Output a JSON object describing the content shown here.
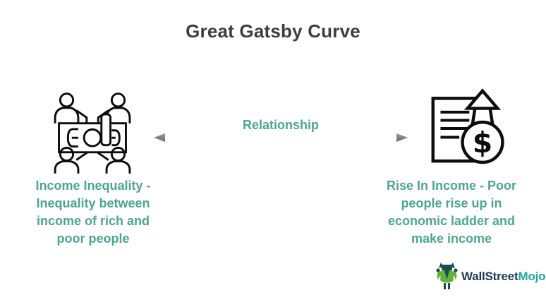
{
  "title": "Great Gatsby Curve",
  "relationship": {
    "label": "Relationship"
  },
  "left": {
    "icon": "people-sharing-money-icon",
    "caption_lines": [
      "Income Inequality -",
      "Inequality between",
      "income of rich and",
      "poor people"
    ]
  },
  "right": {
    "icon": "document-dollar-rising-arrow-icon",
    "caption_lines": [
      "Rise In Income - Poor",
      "people rise up in",
      "economic ladder and",
      "make income"
    ]
  },
  "logo": {
    "brand_primary": "WallStreet",
    "brand_secondary": "Mojo"
  },
  "colors": {
    "accent-teal": "#4CA690",
    "title-gray": "#3E3E3E",
    "arrow-gray": "#7E7E7E",
    "icon-black": "#0D0D0D",
    "logo-navy": "#1D3A52",
    "logo-teal": "#21A7A3",
    "mascot-green": "#63B23C",
    "mascot-dark": "#1C4B52"
  }
}
